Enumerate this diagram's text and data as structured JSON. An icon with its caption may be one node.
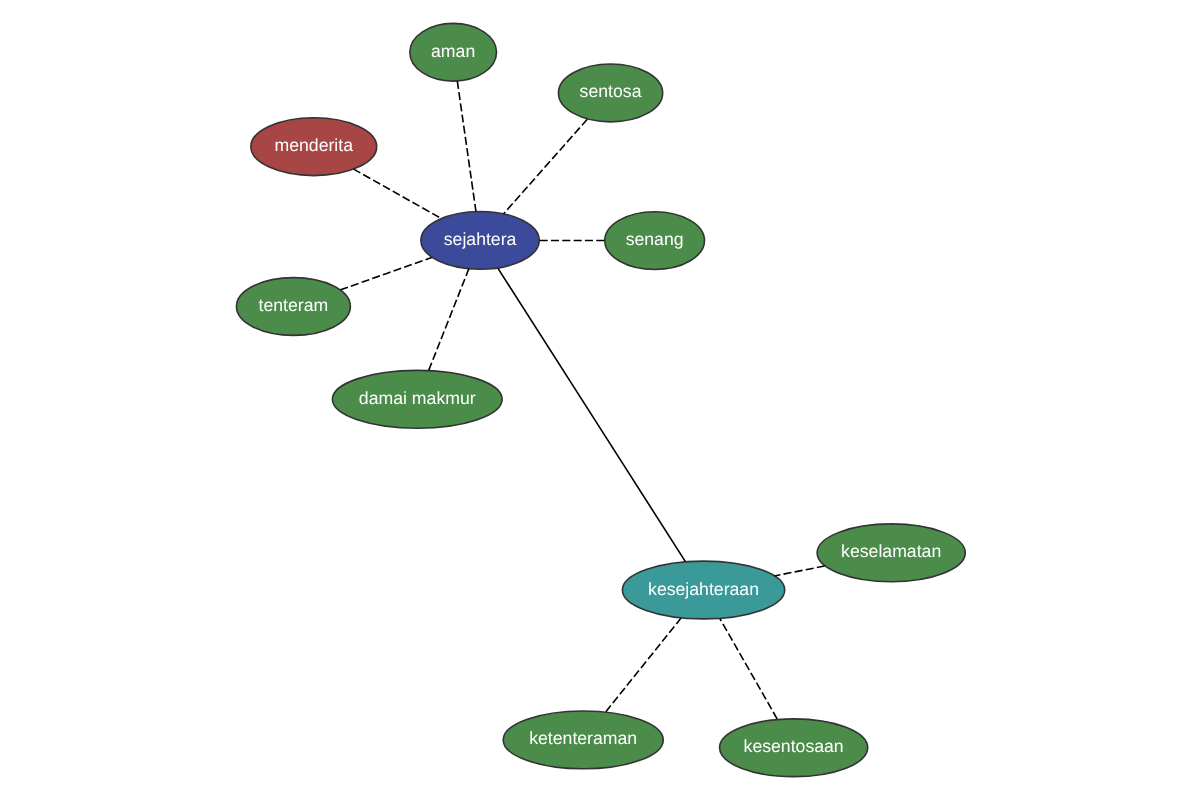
{
  "diagram": {
    "nodes": [
      {
        "text": [
          "sejahtera"
        ]
      },
      {
        "text": [
          "senang"
        ]
      },
      {
        "text": [
          "damai makmur"
        ]
      },
      {
        "text": [
          "menderita"
        ]
      },
      {
        "text": [
          "sentosa"
        ]
      },
      {
        "text": [
          "aman"
        ]
      },
      {
        "text": [
          "tenteram"
        ]
      },
      {
        "text": [
          "kesejahteraan"
        ]
      },
      {
        "text": [
          "ketenteraman"
        ]
      },
      {
        "text": [
          "keselamatan"
        ]
      },
      {
        "text": [
          "kesentosaan"
        ]
      }
    ],
    "edges": [
      {
        "from": 1,
        "to": 0,
        "arrow": "none",
        "style": "dashed"
      },
      {
        "from": 2,
        "to": 0,
        "arrow": "none",
        "style": "dashed"
      },
      {
        "from": 3,
        "to": 0,
        "arrow": "none",
        "style": "dashed"
      },
      {
        "from": 4,
        "to": 0,
        "arrow": "none",
        "style": "dashed"
      },
      {
        "from": 5,
        "to": 0,
        "arrow": "none",
        "style": "dashed"
      },
      {
        "from": 6,
        "to": 0,
        "arrow": "none",
        "style": "dashed"
      },
      {
        "from": 0,
        "to": 7,
        "arrow": "none"
      },
      {
        "from": 8,
        "to": 7,
        "arrow": "none",
        "style": "dashed"
      },
      {
        "from": 9,
        "to": 7,
        "arrow": "none",
        "style": "dashed"
      },
      {
        "from": 10,
        "to": 7,
        "arrow": "none",
        "style": "dashed"
      }
    ]
  }
}
